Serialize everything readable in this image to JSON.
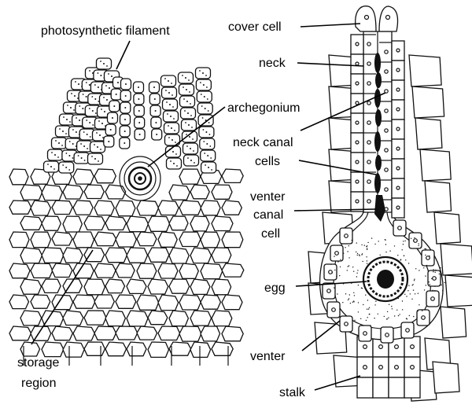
{
  "labels": {
    "photosynthetic_filament": "photosynthetic filament",
    "archegonium": "archegonium",
    "storage_region_1": "storage",
    "storage_region_2": "region",
    "cover_cell": "cover cell",
    "neck": "neck",
    "neck_canal_cells_1": "neck canal",
    "neck_canal_cells_2": "cells",
    "venter_canal_cell_1": "venter",
    "venter_canal_cell_2": "canal",
    "venter_canal_cell_3": "cell",
    "egg": "egg",
    "venter": "venter",
    "stalk": "stalk"
  }
}
